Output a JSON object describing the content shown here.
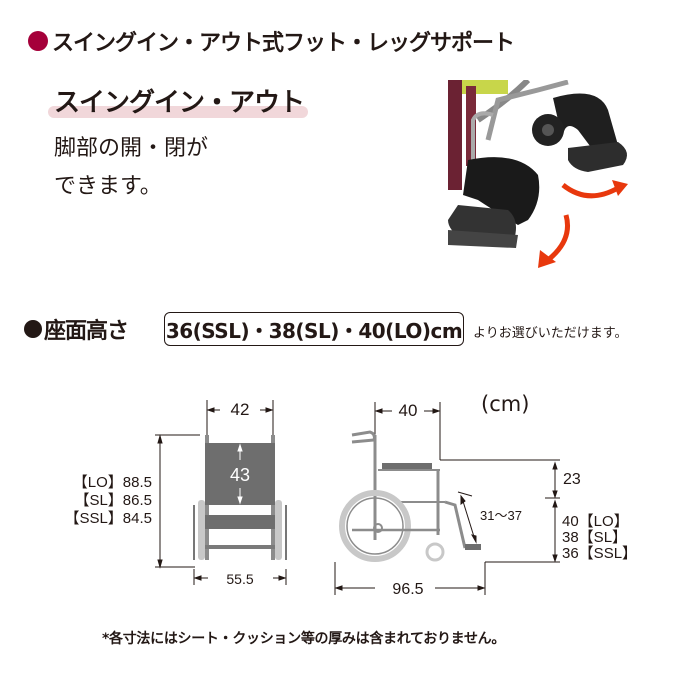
{
  "section1": {
    "title": "スイングイン・アウト式フット・レッグサポート",
    "bullet_color": "#a5003a",
    "subtitle": "スイングイン・アウト",
    "description_lines": [
      "脚部の開・閉が",
      "できます。"
    ],
    "photo": {
      "alt": "wheelchair-leg-support-swing-photo",
      "arrow_color": "#e8380d"
    }
  },
  "section2": {
    "title": "座面高さ",
    "options_box": "36(SSL)・38(SL)・40(LO)cm",
    "note": "よりお選びいただけます。"
  },
  "diagram": {
    "unit": "(cm)",
    "front_view": {
      "top_width": "42",
      "back_height": "43",
      "bottom_width": "55.5",
      "heights": [
        "【LO】88.5",
        "【SL】86.5",
        "【SSL】84.5"
      ]
    },
    "side_view": {
      "seat_depth": "40",
      "armrest_height": "23",
      "legrest_length": "31〜37",
      "overall_length": "96.5",
      "seat_heights": [
        "40【LO】",
        "38【SL】",
        "36【SSL】"
      ]
    }
  },
  "footer_note": "*各寸法にはシート・クッション等の厚みは含まれておりません。"
}
